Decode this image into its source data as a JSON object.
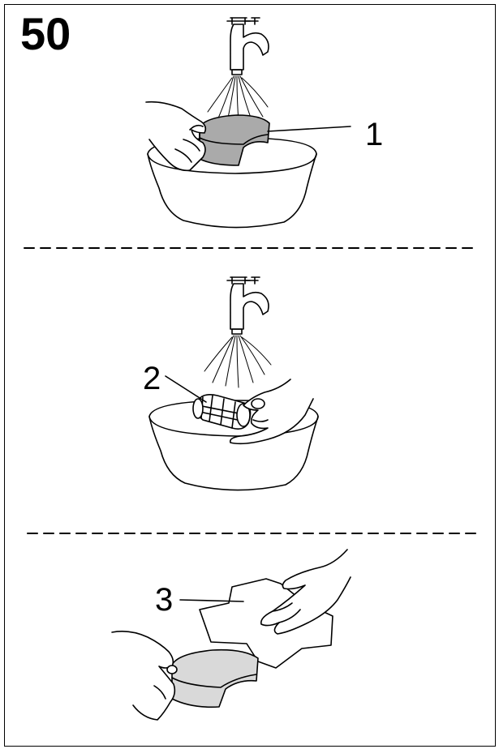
{
  "step_number": "50",
  "callouts": [
    "1",
    "2",
    "3"
  ],
  "colors": {
    "line": "#000000",
    "filter_fill": "#aaaaaa",
    "sponge_fill": "#d9d9d9",
    "background": "#ffffff"
  },
  "panels": [
    {
      "illustration": "rinse-foam-filter-under-tap",
      "callout": "1"
    },
    {
      "illustration": "rinse-filter-cage-under-tap",
      "callout": "2"
    },
    {
      "illustration": "dry-foam-filter-with-cloth",
      "callout": "3"
    }
  ]
}
